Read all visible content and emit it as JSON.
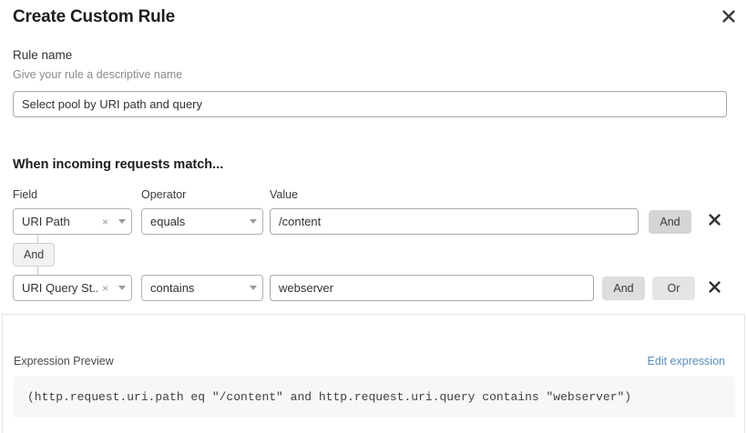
{
  "dialog": {
    "title": "Create Custom Rule",
    "close_icon": "close-icon"
  },
  "rule_name": {
    "label": "Rule name",
    "hint": "Give your rule a descriptive name",
    "value": "Select pool by URI path and query",
    "placeholder": ""
  },
  "match_section": {
    "heading": "When incoming requests match...",
    "columns": {
      "field": "Field",
      "operator": "Operator",
      "value": "Value"
    },
    "connector_label": "And",
    "rows": [
      {
        "field": "URI Path",
        "clear_icon": "×",
        "caret_icon": "chevron-down-icon",
        "operator": "equals",
        "value": "/content",
        "buttons": [
          "And"
        ],
        "delete_icon": "close-icon"
      },
      {
        "field": "URI Query St...",
        "clear_icon": "×",
        "caret_icon": "chevron-down-icon",
        "operator": "contains",
        "value": "webserver",
        "buttons": [
          "And",
          "Or"
        ],
        "delete_icon": "close-icon"
      }
    ]
  },
  "expression_preview": {
    "label": "Expression Preview",
    "edit_link": "Edit expression",
    "expression": "(http.request.uri.path eq \"/content\" and http.request.uri.query contains \"webserver\")"
  },
  "colors": {
    "accent_link": "#5b8db8",
    "pill_bg": "#d4d5d7",
    "code_bg": "#f7f7f7",
    "border": "#b2b2b2"
  }
}
